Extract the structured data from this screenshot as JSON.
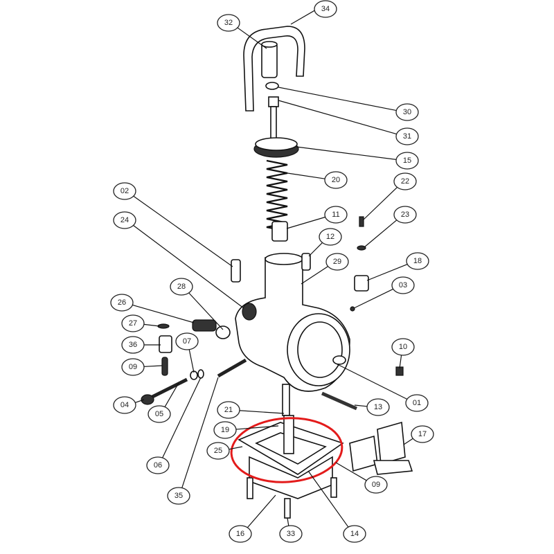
{
  "title": "Carburetor exploded parts diagram",
  "highlight_color": "#e31b1b",
  "callouts": [
    "34",
    "32",
    "30",
    "31",
    "15",
    "20",
    "02",
    "22",
    "24",
    "11",
    "23",
    "12",
    "29",
    "18",
    "28",
    "03",
    "26",
    "27",
    "36",
    "07",
    "10",
    "09",
    "04",
    "01",
    "13",
    "05",
    "21",
    "19",
    "17",
    "25",
    "06",
    "09",
    "35",
    "16",
    "33",
    "14"
  ]
}
